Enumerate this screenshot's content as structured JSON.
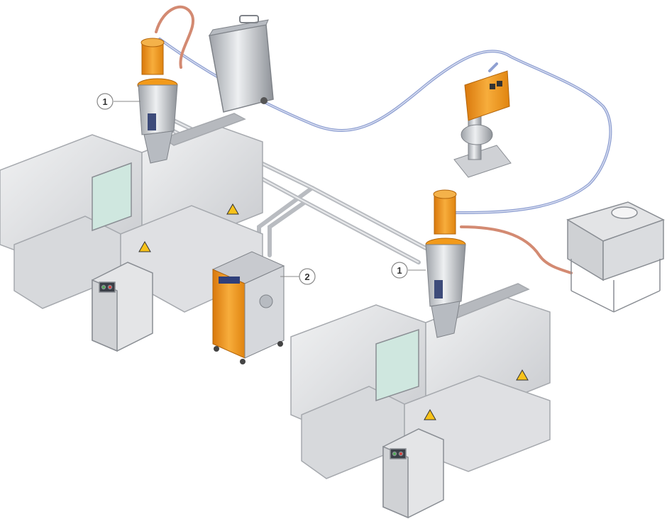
{
  "callouts": [
    {
      "label": "1"
    },
    {
      "label": "2"
    },
    {
      "label": "1"
    }
  ],
  "colors": {
    "machine_light": "#e6e7e9",
    "machine_mid": "#cfd1d4",
    "machine_dark": "#a9acb1",
    "accent_orange": "#f29a1a",
    "pipe_blue": "#8f9fd0",
    "pipe_red": "#d98a70",
    "steel": "#c9ccd1",
    "window_green": "#cfe7df"
  },
  "icons": [
    "warning-triangle-icon",
    "control-panel-icon"
  ]
}
